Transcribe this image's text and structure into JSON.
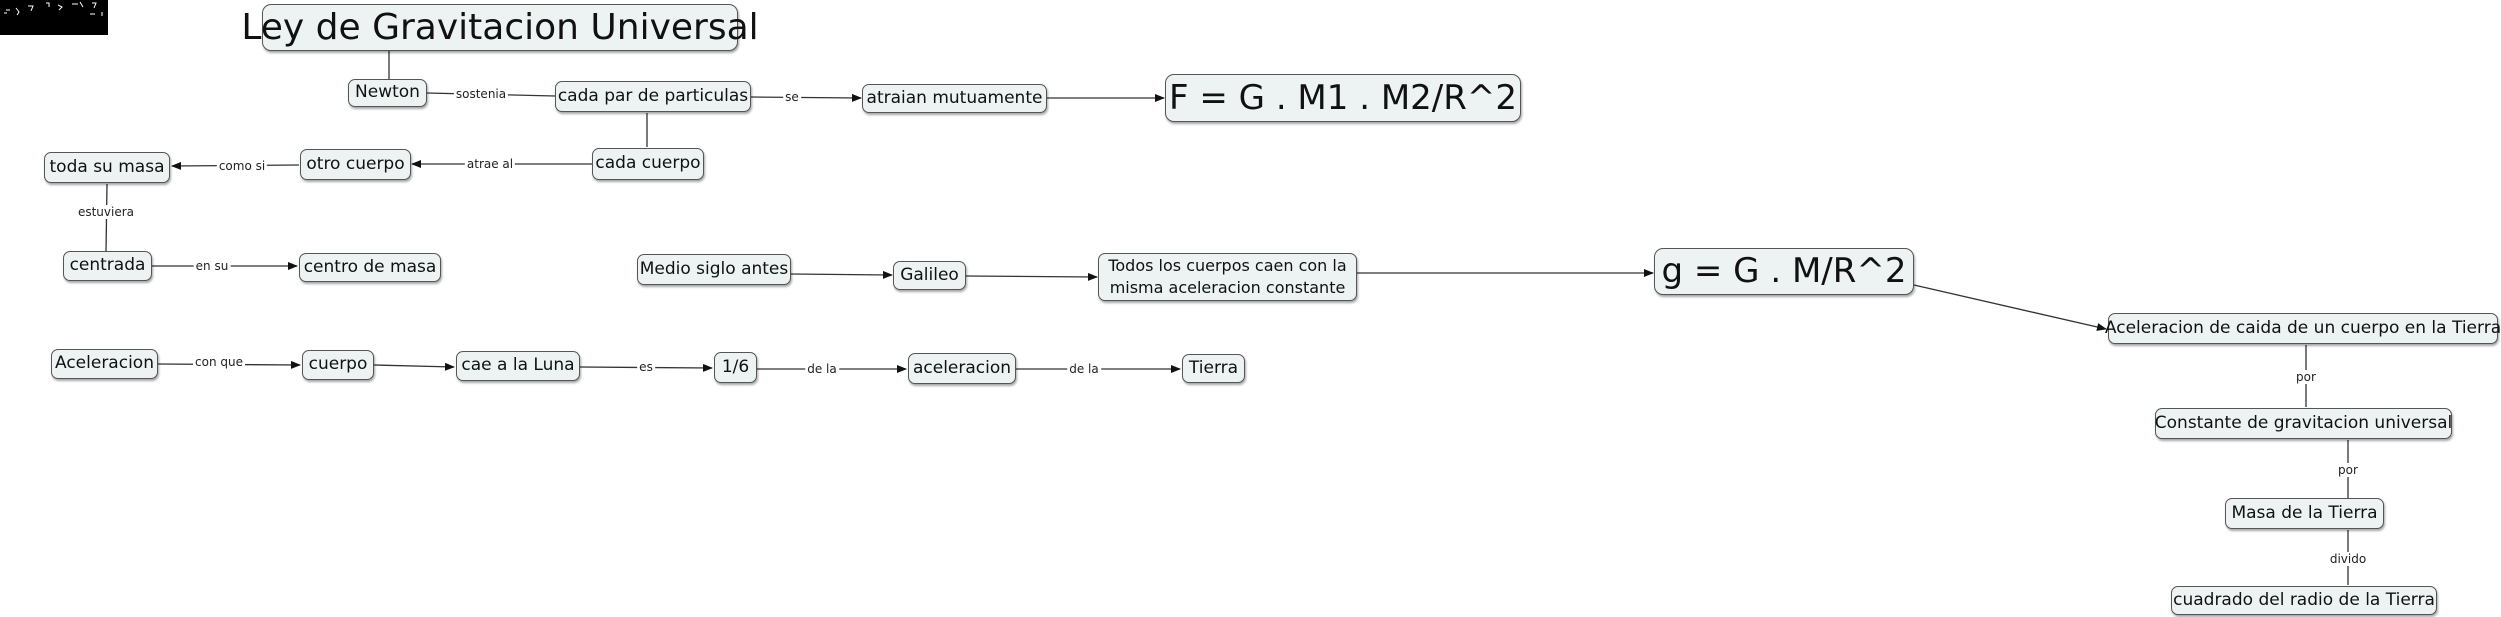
{
  "title": "Ley de Gravitacion Universal",
  "nodes": {
    "newton": "Newton",
    "par": "cada par de particulas",
    "atraian": "atraian mutuamente",
    "formula_f": "F = G . M1 . M2/R^2",
    "toda_masa": "toda su masa",
    "otro_cuerpo": "otro cuerpo",
    "cada_cuerpo": "cada cuerpo",
    "centrada": "centrada",
    "centro_masa": "centro de masa",
    "medio_siglo": "Medio siglo antes",
    "galileo": "Galileo",
    "todos_cuerpos": "Todos los cuerpos caen con la misma aceleracion constante",
    "formula_g": "g = G . M/R^2",
    "aceleracion_caida": "Aceleracion de caida de un cuerpo en la Tierra",
    "constante": "Constante de gravitacion universal",
    "masa_tierra": "Masa de la Tierra",
    "cuadrado_radio": "cuadrado del radio de la Tierra",
    "aceleracion": "Aceleracion",
    "cuerpo": "cuerpo",
    "cae_luna": "cae a la Luna",
    "un_sexto": "1/6",
    "aceleracion2": "aceleracion",
    "tierra": "Tierra"
  },
  "links": {
    "sostenia": "sostenia",
    "se": "se",
    "atrae_al": "atrae al",
    "como_si": "como si",
    "estuviera": "estuviera",
    "en_su": "en su",
    "con_que": "con que",
    "es": "es",
    "de_la_1": "de la",
    "de_la_2": "de la",
    "por_1": "por",
    "por_2": "por",
    "divido": "divido"
  },
  "colors": {
    "node_fill": "#edf3f3",
    "node_border": "#555555",
    "line": "#333333"
  }
}
